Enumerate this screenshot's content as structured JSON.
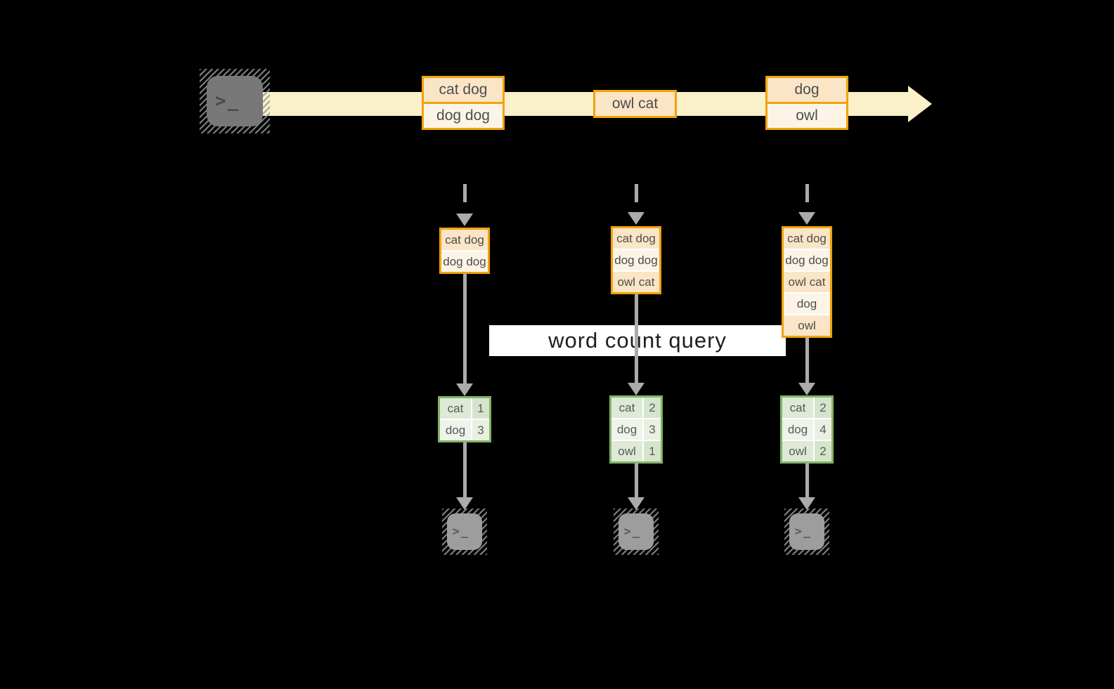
{
  "diagram": {
    "query": {
      "label": "word count query"
    },
    "stream": {
      "source_icon": "terminal-icon",
      "events": [
        {
          "lines": [
            "cat dog",
            "dog dog"
          ]
        },
        {
          "lines": [
            "owl cat"
          ]
        },
        {
          "lines": [
            "dog",
            "owl"
          ]
        }
      ]
    },
    "micro_batches": [
      {
        "rows": [
          "cat dog",
          "dog dog"
        ]
      },
      {
        "rows": [
          "cat dog",
          "dog dog",
          "owl cat"
        ]
      },
      {
        "rows": [
          "cat dog",
          "dog dog",
          "owl cat",
          "dog",
          "owl"
        ]
      }
    ],
    "word_counts": [
      {
        "rows": [
          {
            "word": "cat",
            "count": "1"
          },
          {
            "word": "dog",
            "count": "3"
          }
        ]
      },
      {
        "rows": [
          {
            "word": "cat",
            "count": "2"
          },
          {
            "word": "dog",
            "count": "3"
          },
          {
            "word": "owl",
            "count": "1"
          }
        ]
      },
      {
        "rows": [
          {
            "word": "cat",
            "count": "2"
          },
          {
            "word": "dog",
            "count": "4"
          },
          {
            "word": "owl",
            "count": "2"
          }
        ]
      }
    ],
    "sink_icon": "terminal-icon",
    "colors": {
      "bg": "#000000",
      "band": "#FAF0CA",
      "orange": "#F0A30A",
      "peach": "#FBE5C7",
      "cream": "#FDF4E8",
      "green_border": "#82B366",
      "green_light": "#DEE9D6",
      "green_lighter": "#EEF3EB",
      "green_value": "#D5E5CB",
      "green_value_light": "#E9F0E2",
      "gray": "#ABABAB",
      "text": "#4D4D4D",
      "query_bg": "#FFFFFF",
      "query_text": "#1F1F1F",
      "terminal_dark": "#787878",
      "terminal_light": "#9D9D9D"
    }
  }
}
